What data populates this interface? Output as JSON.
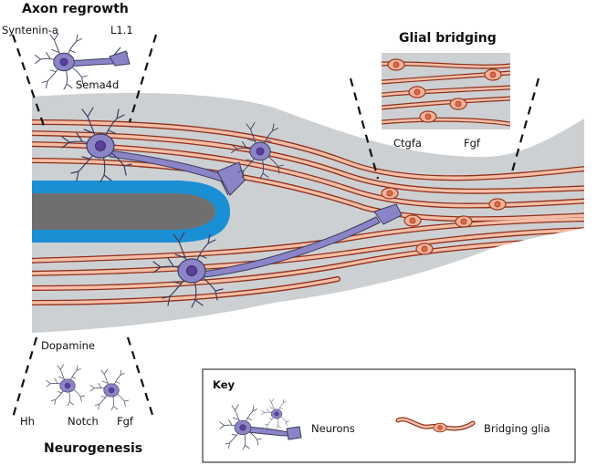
{
  "titles": {
    "axon_regrowth": "Axon regrowth",
    "glial_bridging": "Glial bridging",
    "neurogenesis": "Neurogenesis"
  },
  "axon_regrowth_factors": {
    "syntenin": "Syntenin-a",
    "l11": "L1.1",
    "sema4d": "Sema4d"
  },
  "glial_bridging_factors": {
    "ctgfa": "Ctgfa",
    "fgf": "Fgf"
  },
  "neurogenesis_factors": {
    "dopamine": "Dopamine",
    "hh": "Hh",
    "notch": "Notch",
    "fgf": "Fgf"
  },
  "key": {
    "title": "Key",
    "neurons": "Neurons",
    "bridging_glia": "Bridging glia"
  },
  "colors": {
    "tissue": "#cdd0d2",
    "canal_outer": "#1b8fd4",
    "canal_inner": "#6f6f70",
    "glia_fill": "#f2b299",
    "glia_edge": "#9c3a24",
    "neuron_fill": "#8b85c7",
    "neuron_nucleus": "#5b3f9a",
    "neuron_edge": "#3b3e5e"
  },
  "icons": [
    "neuron-icon",
    "bridging-glia-icon"
  ]
}
